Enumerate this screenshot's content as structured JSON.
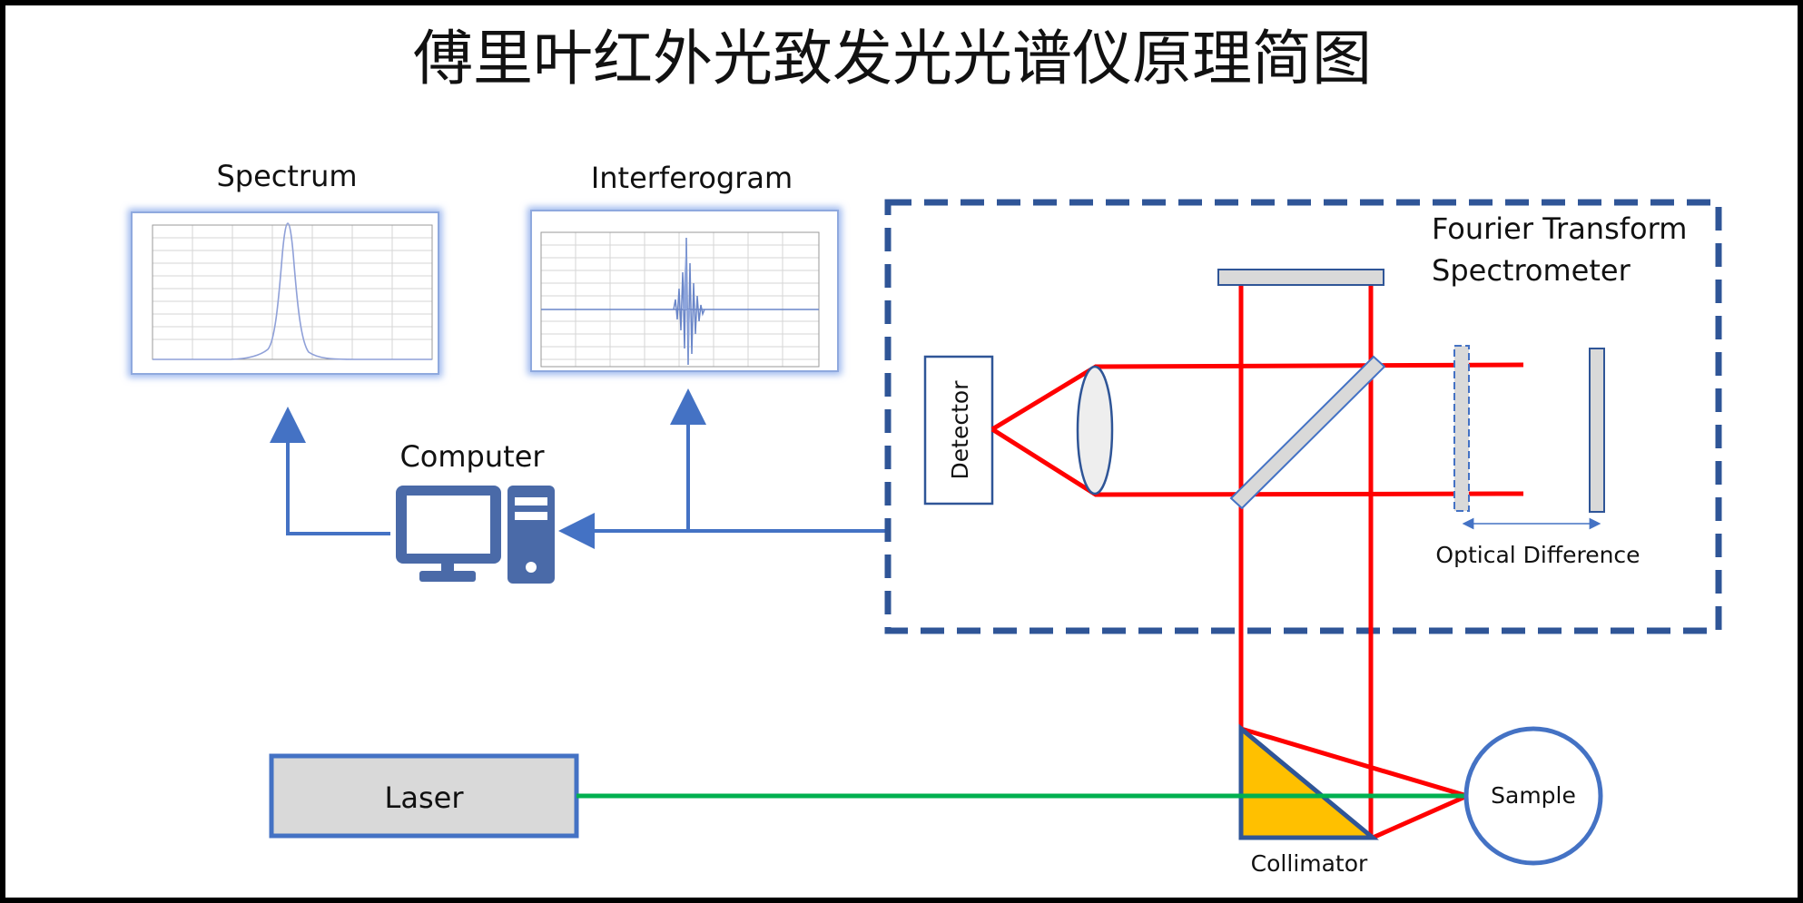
{
  "title": "傅里叶红外光致发光光谱仪原理简图",
  "labels": {
    "spectrum": "Spectrum",
    "interferogram": "Interferogram",
    "computer": "Computer",
    "fts_line1": "Fourier Transform",
    "fts_line2": "Spectrometer",
    "detector": "Detector",
    "optical_difference": "Optical Difference",
    "laser": "Laser",
    "collimator": "Collimator",
    "sample": "Sample"
  },
  "colors": {
    "accent_blue": "#4472c4",
    "dashed_box": "#2f5597",
    "beam_red": "#ff0000",
    "laser_green": "#00b050",
    "collimator_fill": "#ffc000",
    "optic_gray": "#d9d9d9",
    "computer_icon": "#4a6aa8"
  }
}
